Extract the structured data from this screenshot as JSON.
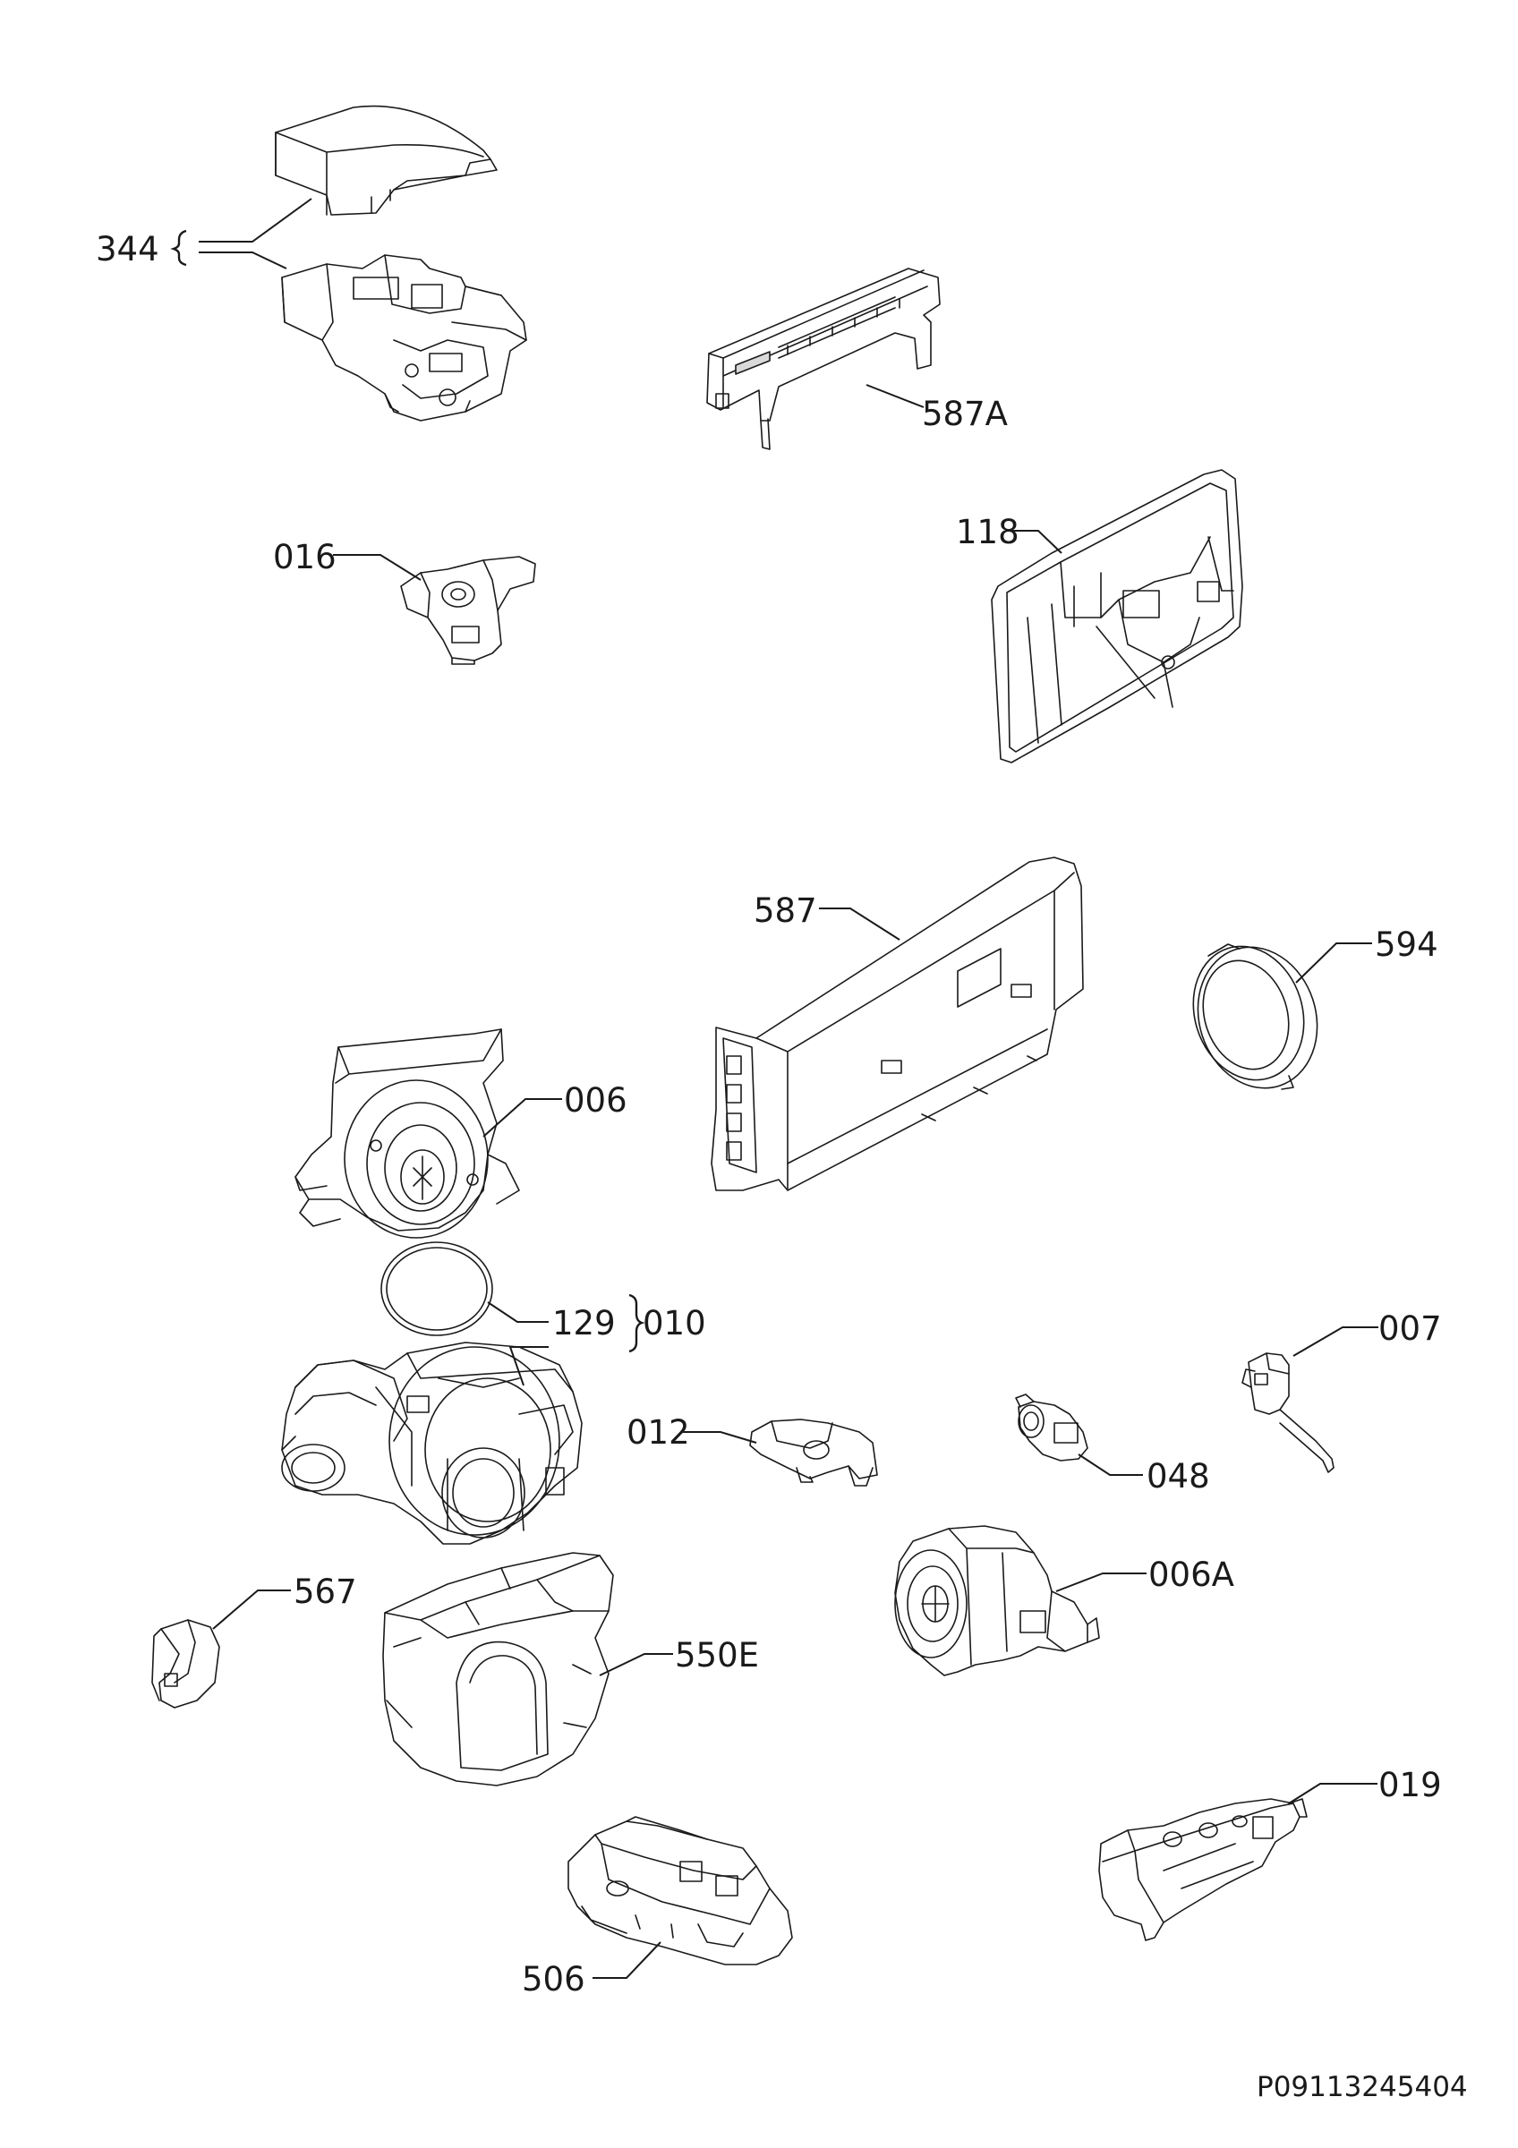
{
  "document_number": "P09113245404",
  "callouts": {
    "c344": "344",
    "c587A": "587A",
    "c016": "016",
    "c118": "118",
    "c587": "587",
    "c594": "594",
    "c006": "006",
    "c129": "129",
    "c010": "010",
    "c007": "007",
    "c012": "012",
    "c048": "048",
    "c567": "567",
    "c006A": "006A",
    "c550E": "550E",
    "c019": "019",
    "c506": "506"
  },
  "colors": {
    "line": "#1a1a1a",
    "background": "#ffffff"
  }
}
